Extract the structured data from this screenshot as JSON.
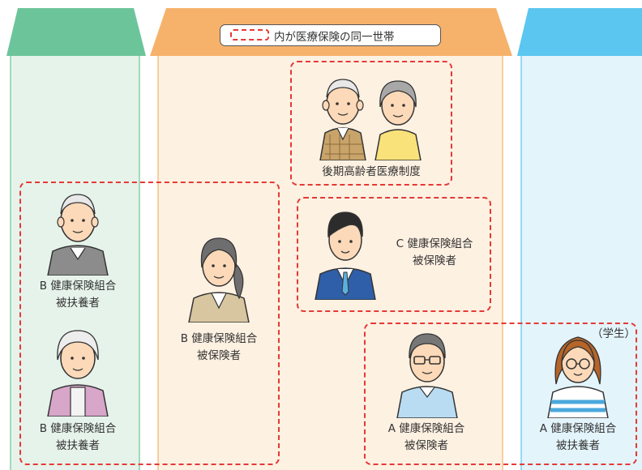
{
  "colors": {
    "green_roof": "#6cc59a",
    "green_body": "#e6f3ea",
    "orange_roof": "#f6b26b",
    "orange_body": "#fdf1e2",
    "blue_roof": "#5bc6ef",
    "blue_body": "#e3f4fb",
    "dashed_red": "#e53935"
  },
  "legend": {
    "text": "内が医療保険の同一世帯"
  },
  "people": {
    "grandpa_b": {
      "line1": "B 健康保険組合",
      "line2": "被扶養者"
    },
    "grandma_b": {
      "line1": "B 健康保険組合",
      "line2": "被扶養者"
    },
    "mother_b": {
      "line1": "B 健康保険組合",
      "line2": "被保険者"
    },
    "elderly_couple": {
      "line1": "後期高齢者医療制度"
    },
    "son_c": {
      "line1": "C 健康保険組合",
      "line2": "被保険者"
    },
    "father_a": {
      "line1": "A 健康保険組合",
      "line2": "被保険者"
    },
    "daughter_a": {
      "note": "（学生）",
      "line1": "A 健康保険組合",
      "line2": "被扶養者"
    }
  }
}
